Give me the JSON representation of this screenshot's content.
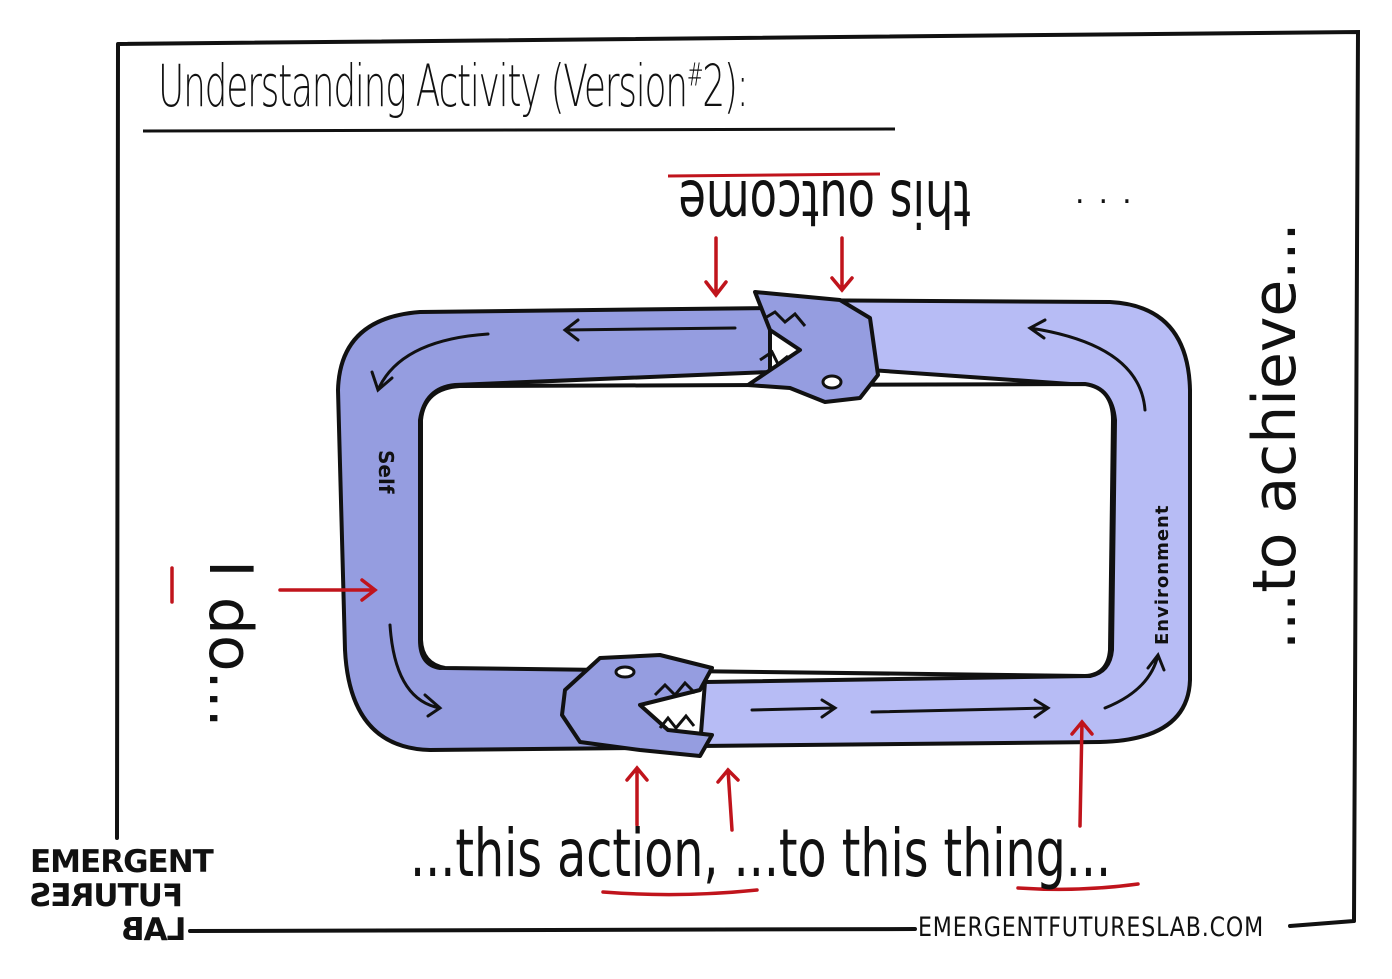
{
  "title": "Understanding Activity (Version#2):",
  "title_main": "Understanding Activity (Version",
  "title_sup": "#",
  "title_end": "2):",
  "top_phrase": "this outcome",
  "top_dots": "...",
  "right_phrase": "...to achieve...",
  "left_phrase": "I do...",
  "bottom_phrase": "...this action, ...to this thing...",
  "label_self": "Self",
  "label_environment": "Environment",
  "logo": {
    "line1": "EMERGENT",
    "line2": "FUTURES",
    "line3": "LAB"
  },
  "url": "EMERGENTFUTURESLAB.COM",
  "colors": {
    "loop_left": "#959de0",
    "loop_right": "#b7bcf5",
    "accent_red": "#c0141c",
    "ink": "#111111"
  }
}
